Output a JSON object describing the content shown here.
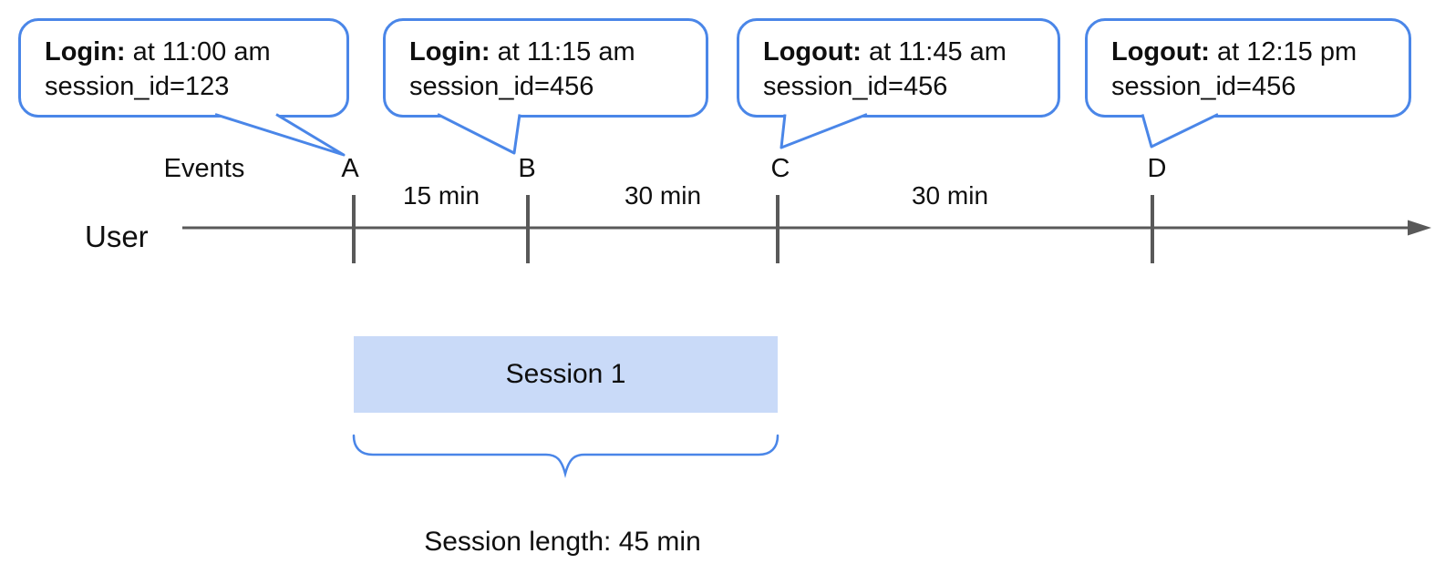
{
  "diagram": {
    "title_hint": "User login/logout session timeline",
    "colors": {
      "accent-blue": "#4a86e8",
      "session-fill": "#c9daf8",
      "line-gray": "#595959",
      "text-color": "#0f0f0f"
    },
    "callouts": [
      {
        "action": "Login:",
        "rest": " at 11:00 am",
        "session": "session_id=123",
        "points_to": "A"
      },
      {
        "action": "Login:",
        "rest": " at 11:15 am",
        "session": "session_id=456",
        "points_to": "B"
      },
      {
        "action": "Logout:",
        "rest": " at 11:45 am",
        "session": "session_id=456",
        "points_to": "C"
      },
      {
        "action": "Logout:",
        "rest": " at 12:15 pm",
        "session": "session_id=456",
        "points_to": "D"
      }
    ],
    "timeline": {
      "events_label": "Events",
      "user_label": "User",
      "event_markers": [
        "A",
        "B",
        "C",
        "D"
      ],
      "intervals": [
        "15 min",
        "30 min",
        "30 min"
      ]
    },
    "session_box": {
      "label": "Session 1"
    },
    "session_length_label": "Session length: 45 min"
  }
}
